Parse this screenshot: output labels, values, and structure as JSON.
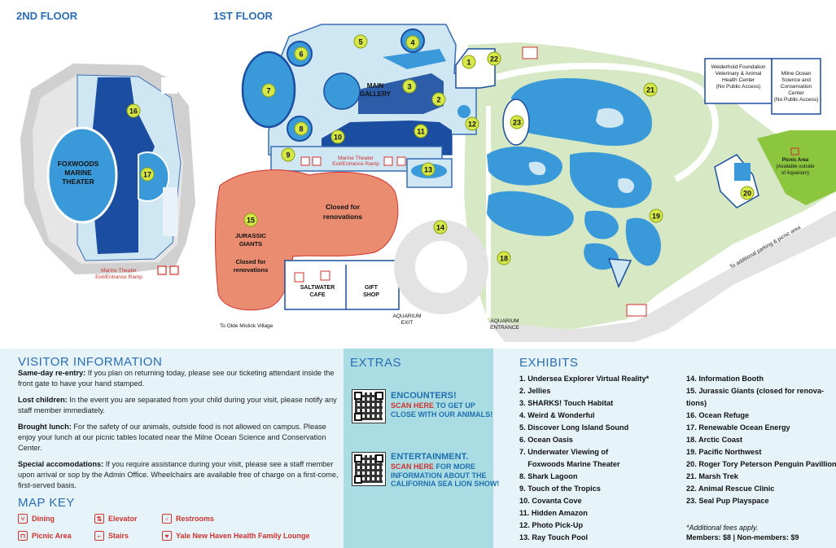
{
  "floors": {
    "second": "2ND FLOOR",
    "first": "1ST FLOOR"
  },
  "map_labels": {
    "foxwoods_theater": [
      "FOXWOODS",
      "MARINE",
      "THEATER"
    ],
    "marine_theater_exit_2nd": [
      "Marine Theater",
      "Exit/Entrance Ramp"
    ],
    "marine_theater_exit_1st": [
      "Marine Theater",
      "Exit/Entrance Ramp"
    ],
    "main_gallery": [
      "MAIN",
      "GALLERY"
    ],
    "closed_renovations": [
      "Closed for",
      "renovations"
    ],
    "jurassic_giants": [
      "JURASSIC",
      "GIANTS"
    ],
    "closed_renovations_2": [
      "Closed for",
      "renovations"
    ],
    "saltwater_cafe": [
      "SALTWATER",
      "CAFE"
    ],
    "gift_shop": [
      "GIFT",
      "SHOP"
    ],
    "aquarium_exit": [
      "AQUARIUM",
      "EXIT"
    ],
    "aquarium_entrance": [
      "AQUARIUM",
      "ENTRANCE"
    ],
    "to_olde_mistick": "To Olde Mistick Village",
    "weiderhold": [
      "Weiderhold Foundation",
      "Veterinary & Animal",
      "Health Center",
      "(No Public Access)"
    ],
    "milne": [
      "Milne Ocean",
      "Science and",
      "Conservation",
      "Center",
      "(No Public Access)"
    ],
    "picnic_area": [
      "Picnic Area",
      "(Available outside",
      "of Aquarium)"
    ],
    "additional_parking": "To additional parking & picnic area"
  },
  "markers": [
    "1",
    "2",
    "3",
    "4",
    "5",
    "6",
    "7",
    "8",
    "9",
    "10",
    "11",
    "12",
    "13",
    "14",
    "15",
    "16",
    "17",
    "18",
    "19",
    "20",
    "21",
    "22",
    "23"
  ],
  "visitor_info": {
    "title": "VISITOR INFORMATION",
    "items": [
      {
        "label": "Same-day re-entry:",
        "text": " If you plan on returning today, please see our ticketing attendant inside the front gate to have your hand stamped."
      },
      {
        "label": "Lost children:",
        "text": " In the event you are separated from your child during your visit, please notify any staff member immediately."
      },
      {
        "label": "Brought lunch:",
        "text": " For the safety of our animals, outside food is not allowed on campus. Please enjoy your lunch at our picnic tables located near the Milne Ocean Science and Conservation Center."
      },
      {
        "label": "Special accomodations:",
        "text": " If you require assistance during your visit, please see a staff member upon arrival or sop by the Admin Office. Wheelchairs are available free of charge on a first-come, first-served basis."
      }
    ]
  },
  "map_key": {
    "title": "MAP KEY",
    "items": [
      {
        "label": "Dining",
        "icon": "dining-icon"
      },
      {
        "label": "Elevator",
        "icon": "elevator-icon"
      },
      {
        "label": "Restrooms",
        "icon": "restrooms-icon"
      },
      {
        "label": "Picnic Area",
        "icon": "picnic-icon"
      },
      {
        "label": "Stairs",
        "icon": "stairs-icon"
      },
      {
        "label": "Yale New Haven Health Family Lounge",
        "icon": "family-lounge-icon"
      }
    ]
  },
  "extras": {
    "title": "EXTRAS",
    "encounters": {
      "head": "ENCOUNTERS!",
      "scan": "SCAN HERE",
      "rest1": " TO GET UP",
      "rest2": "CLOSE WITH OUR ANIMALS!"
    },
    "entertainment": {
      "head": "ENTERTAINMENT.",
      "scan": "SCAN HERE",
      "rest1": " FOR MORE",
      "rest2": "INFORMATION ABOUT THE",
      "rest3": "CALIFORNIA SEA LION SHOW!"
    }
  },
  "exhibits": {
    "title": "EXHIBITS",
    "col1": [
      "1. Undersea Explorer Virtual Reality*",
      "2. Jellies",
      "3. SHARKS! Touch Habitat",
      "4. Weird & Wonderful",
      "5. Discover Long Island Sound",
      "6. Ocean Oasis",
      "7. Underwater Viewing of",
      "    Foxwoods Marine Theater",
      "8. Shark Lagoon",
      "9. Touch of the Tropics",
      "10. Covanta Cove",
      "11. Hidden Amazon",
      "12. Photo Pick-Up",
      "13. Ray Touch Pool"
    ],
    "col2": [
      "14. Information Booth",
      "15. Jurassic Giants (closed for renova-",
      "tions)",
      "16. Ocean Refuge",
      "17. Renewable Ocean Energy",
      "18. Arctic Coast",
      "19. Pacific Northwest",
      "20. Roger Tory Peterson Penguin Pavillion",
      "21. Marsh Trek",
      "22. Animal Rescue Clinic",
      "23. Seal Pup Playspace"
    ],
    "fees_note": "*Additional fees apply.",
    "fees": "Members: $8  |  Non-members: $9"
  },
  "colors": {
    "water": "#3a9ad9",
    "deep_blue": "#1b4ea1",
    "light_blue": "#cfe6f3",
    "grass": "#d6e8c4",
    "bright_green": "#8cc63f",
    "salmon": "#e98c70",
    "marker_green": "#d6e847",
    "red": "#d1322e",
    "title_blue": "#2a6db4"
  }
}
